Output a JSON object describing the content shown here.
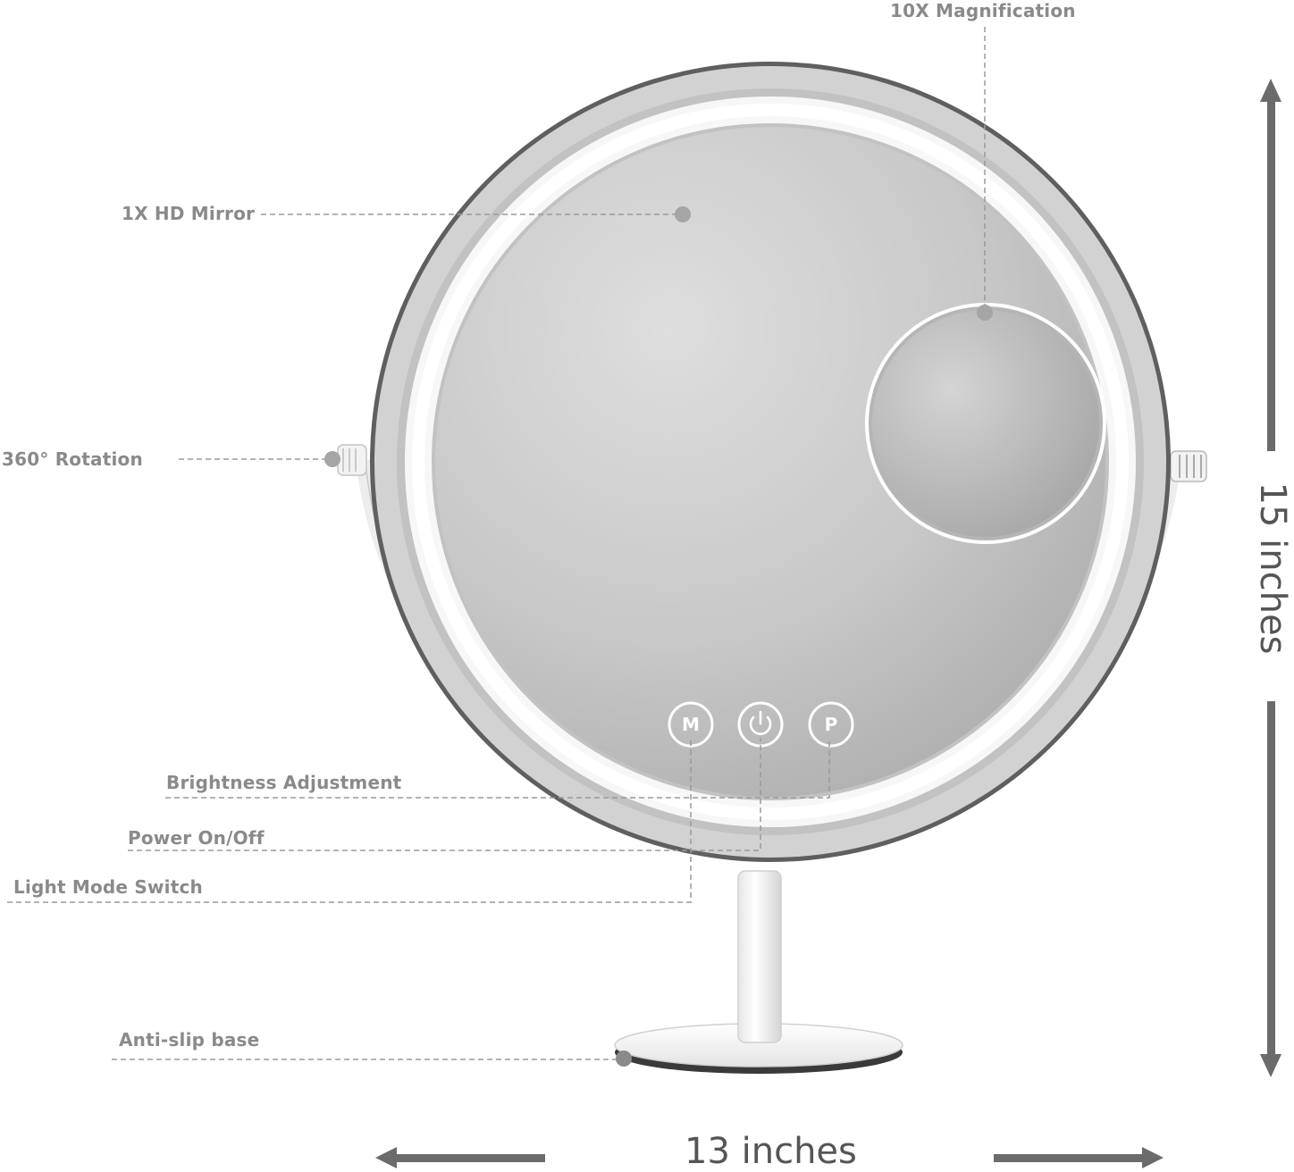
{
  "callouts": {
    "magnification": "10X Magnification",
    "hd_mirror": "1X HD Mirror",
    "rotation": "360° Rotation",
    "brightness": "Brightness Adjustment",
    "power": "Power On/Off",
    "light_mode": "Light Mode Switch",
    "base": "Anti-slip base"
  },
  "dimensions": {
    "height": "15 inches",
    "width": "13 inches"
  },
  "buttons": {
    "mode": "M",
    "brightness": "P"
  },
  "colors": {
    "label": "#8a8a8a",
    "dimension": "#555555",
    "mirror": "#c4c4c4",
    "frame": "#e9e9e9"
  },
  "icons": [
    "power-icon"
  ]
}
